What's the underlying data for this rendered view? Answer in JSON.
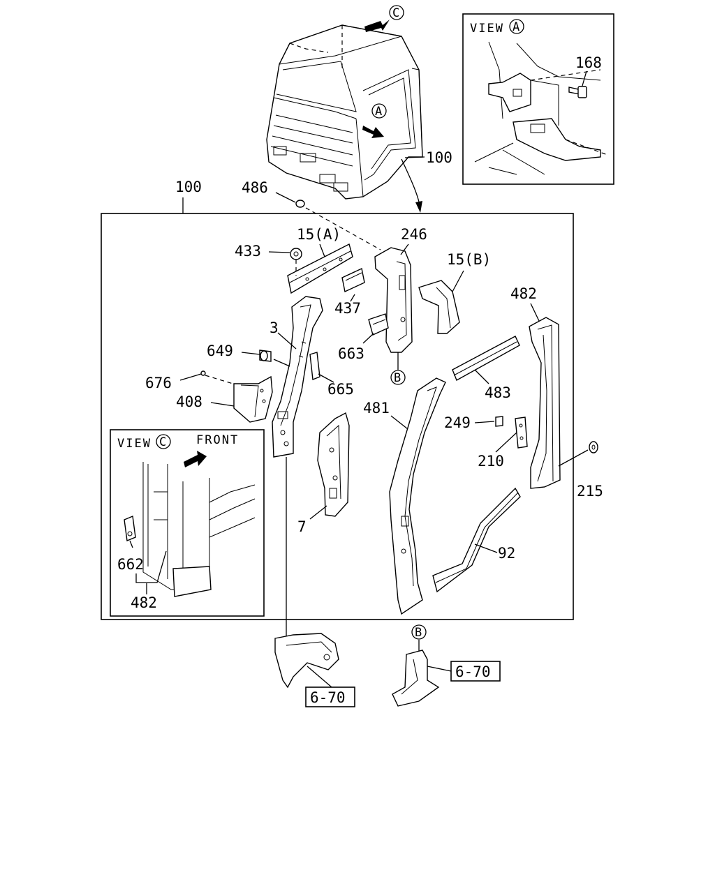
{
  "views": {
    "view_a": {
      "title": "VIEW",
      "marker": "A"
    },
    "view_c": {
      "title": "VIEW",
      "marker": "C",
      "front": "FRONT"
    }
  },
  "markers": {
    "a": "A",
    "b": "B",
    "c": "C",
    "b2": "B"
  },
  "refs": {
    "ref1": "6-70",
    "ref2": "6-70"
  },
  "callouts": {
    "p100_cab": "100",
    "p100_group": "100",
    "p168": "168",
    "p486": "486",
    "p15a": "15(A)",
    "p246": "246",
    "p15b": "15(B)",
    "p433": "433",
    "p437": "437",
    "p3": "3",
    "p663": "663",
    "p649": "649",
    "p665": "665",
    "p676": "676",
    "p408": "408",
    "p482": "482",
    "p483": "483",
    "p481": "481",
    "p249": "249",
    "p210": "210",
    "p215": "215",
    "p7": "7",
    "p92": "92",
    "p662": "662",
    "p482_view": "482"
  }
}
